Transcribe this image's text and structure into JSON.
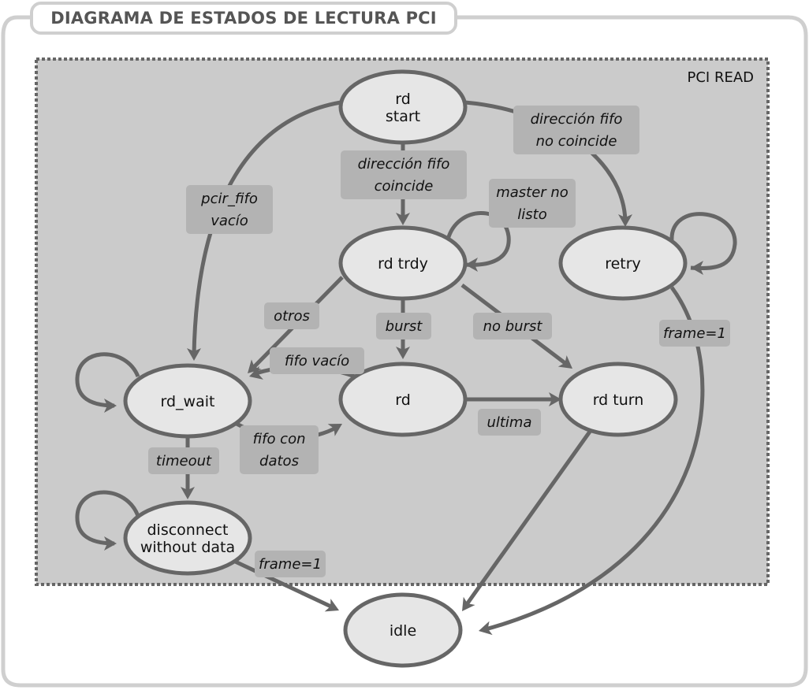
{
  "title": "DIAGRAMA DE ESTADOS DE LECTURA PCI",
  "region_label": "PCI READ",
  "colors": {
    "frame": "#cfcfcf",
    "region_fill": "#cbcbcb",
    "region_border": "#666666",
    "state_fill": "#e6e6e6",
    "state_stroke": "#666666",
    "edge": "#666666",
    "label_fill": "#b3b3b3"
  },
  "states": [
    {
      "id": "rd_start",
      "lines": [
        "rd",
        "start"
      ]
    },
    {
      "id": "rd_trdy",
      "lines": [
        "rd trdy"
      ]
    },
    {
      "id": "retry",
      "lines": [
        "retry"
      ]
    },
    {
      "id": "rd_wait",
      "lines": [
        "rd_wait"
      ]
    },
    {
      "id": "rd",
      "lines": [
        "rd"
      ]
    },
    {
      "id": "rd_turn",
      "lines": [
        "rd turn"
      ]
    },
    {
      "id": "disconnect",
      "lines": [
        "disconnect",
        "without data"
      ]
    },
    {
      "id": "idle",
      "lines": [
        "idle"
      ]
    }
  ],
  "transitions": [
    {
      "from": "rd_start",
      "to": "rd_wait",
      "label": [
        "pcir_fifo",
        "vacío"
      ]
    },
    {
      "from": "rd_start",
      "to": "rd_trdy",
      "label": [
        "dirección fifo",
        "coincide"
      ]
    },
    {
      "from": "rd_start",
      "to": "retry",
      "label": [
        "dirección fifo",
        "no coincide"
      ]
    },
    {
      "from": "rd_trdy",
      "to": "rd_trdy",
      "label": [
        "master no",
        "listo"
      ]
    },
    {
      "from": "retry",
      "to": "retry",
      "label": []
    },
    {
      "from": "rd_trdy",
      "to": "rd_wait",
      "label": [
        "otros"
      ]
    },
    {
      "from": "rd_trdy",
      "to": "rd",
      "label": [
        "burst"
      ]
    },
    {
      "from": "rd_trdy",
      "to": "rd_turn",
      "label": [
        "no burst"
      ]
    },
    {
      "from": "rd",
      "to": "rd_wait",
      "label": [
        "fifo vacío"
      ]
    },
    {
      "from": "rd_wait",
      "to": "rd",
      "label": [
        "fifo con",
        "datos"
      ]
    },
    {
      "from": "rd",
      "to": "rd_turn",
      "label": [
        "ultima"
      ]
    },
    {
      "from": "rd_wait",
      "to": "rd_wait",
      "label": []
    },
    {
      "from": "rd_wait",
      "to": "disconnect",
      "label": [
        "timeout"
      ]
    },
    {
      "from": "disconnect",
      "to": "disconnect",
      "label": []
    },
    {
      "from": "disconnect",
      "to": "idle",
      "label": [
        "frame=1"
      ]
    },
    {
      "from": "rd_turn",
      "to": "idle",
      "label": []
    },
    {
      "from": "retry",
      "to": "idle",
      "label": [
        "frame=1"
      ]
    }
  ]
}
